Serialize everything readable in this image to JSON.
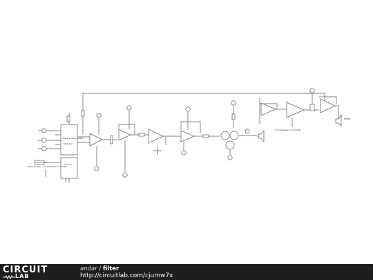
{
  "footer": {
    "logo_top": "CIRCUIT",
    "logo_bottom": "LAB",
    "author": "andar",
    "separator": "/",
    "title": "filter",
    "url": "http://circuitlab.com/cjumw7x"
  },
  "schematic": {
    "labels": {
      "switch": "CMOS Analog Switch",
      "control": "MAX 4xx",
      "arduino": "Arduino",
      "output_port": "Output Port",
      "photodiode_note": "Detector Pair: 2 IR Diodes 1.5k 5k08a",
      "regulator": "Transimpedance Schmitt",
      "headphones": "SPKR1"
    }
  }
}
